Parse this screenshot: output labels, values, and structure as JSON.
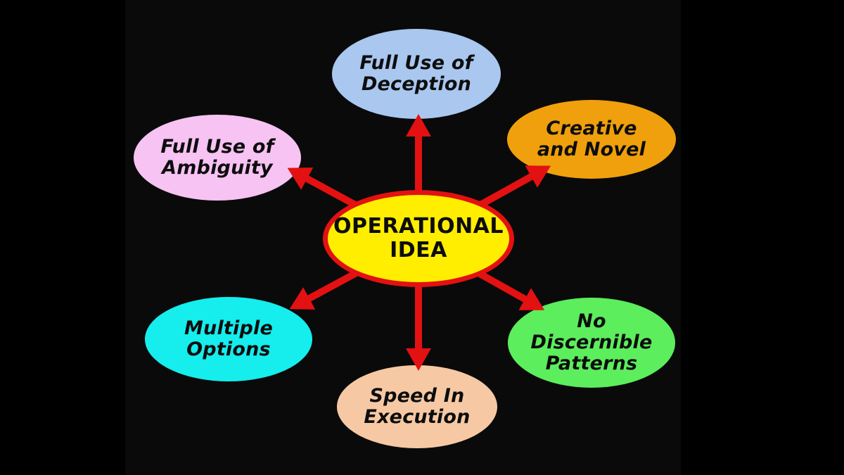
{
  "diagram": {
    "title": "Operational Idea characteristics diagram",
    "type": "spider-diagram"
  },
  "colors": {
    "background": "#000000",
    "panel": "#0a0a0a",
    "arrow": "#e31111",
    "center_fill": "#ffee00",
    "center_border": "#e31111",
    "text": "#0d0d0d"
  },
  "center": {
    "label": "OPERATIONAL\nIDEA",
    "fill": "#ffee00",
    "border": "#e31111"
  },
  "nodes": [
    {
      "id": "deception",
      "label": "Full Use of\nDeception",
      "fill": "#a9c7ef"
    },
    {
      "id": "creative",
      "label": "Creative\nand Novel",
      "fill": "#f0a00c"
    },
    {
      "id": "patterns",
      "label": "No\nDiscernible\nPatterns",
      "fill": "#5cee5c"
    },
    {
      "id": "speed",
      "label": "Speed In\nExecution",
      "fill": "#f6c9a4"
    },
    {
      "id": "options",
      "label": "Multiple\nOptions",
      "fill": "#16eded"
    },
    {
      "id": "ambiguity",
      "label": "Full Use of\nAmbiguity",
      "fill": "#f7c3f3"
    }
  ]
}
